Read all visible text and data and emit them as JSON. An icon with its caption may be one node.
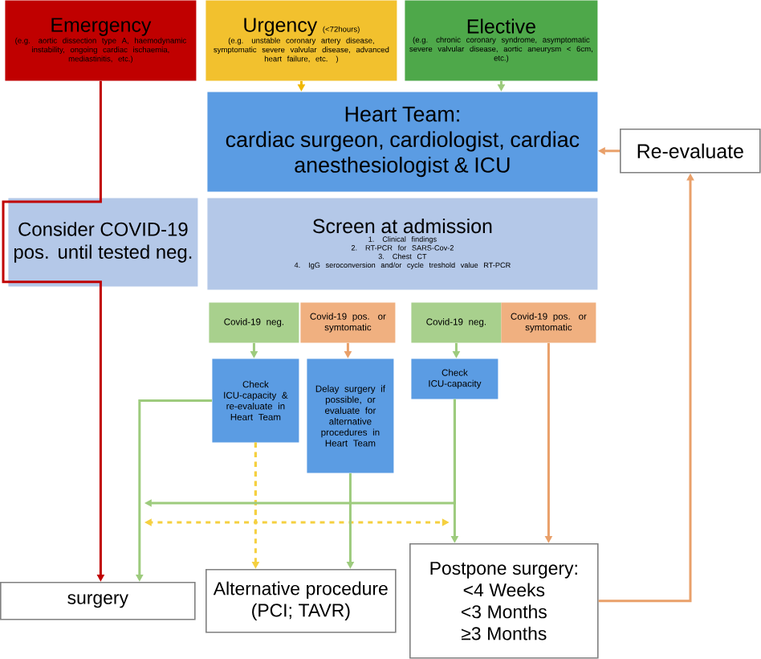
{
  "diagram": {
    "nodes": [
      {
        "text": [
          "Emergency",
          "(e.g. aortic dissection type A, haemodynamic instability, ongoing cardiac ischaemia, mediastinitis, etc.)"
        ]
      },
      {
        "text": [
          "Urgency",
          "(<72hours)",
          "(e.g. unstable coronary artery disease, symptomatic severe valvular disease, advanced heart failure, etc. )"
        ]
      },
      {
        "text": [
          "Elective",
          "(e.g. chronic coronary syndrome, asymptomatic severe valvular disease, aortic aneurysm < 6cm, etc.)"
        ]
      },
      {
        "text": [
          "Heart Team:",
          "cardiac surgeon, cardiologist, cardiac anesthesiologist & ICU"
        ]
      },
      {
        "text": [
          "Re-evaluate"
        ]
      },
      {
        "text": [
          "Consider COVID-19 pos. until tested neg."
        ]
      },
      {
        "text": [
          "Screen at admission",
          "1. Clinical findings",
          "2. RT-PCR for SARS-Cov-2",
          "3. Chest CT",
          "4. IgG seroconversion and/or cycle treshold value RT-PCR"
        ]
      },
      {
        "text": [
          "Covid-19 neg."
        ]
      },
      {
        "text": [
          "Covid-19 pos. or symtomatic"
        ]
      },
      {
        "text": [
          "Covid-19 neg."
        ]
      },
      {
        "text": [
          "Covid-19 pos. or symtomatic"
        ]
      },
      {
        "text": [
          "Check ICU-capacity & re-evaluate in Heart Team"
        ]
      },
      {
        "text": [
          "Delay surgery if possible, or evaluate for alternative procedures in Heart Team"
        ]
      },
      {
        "text": [
          "Check ICU-capacity"
        ]
      },
      {
        "text": [
          "surgery"
        ]
      },
      {
        "text": [
          "Alternative procedure (PCI; TAVR)"
        ]
      },
      {
        "text": [
          "Postpone surgery:",
          "<4 Weeks",
          "<3 Months",
          "≥3 Months"
        ]
      }
    ],
    "edges": [
      {
        "from": 0,
        "to": 14,
        "arrow": "to",
        "color": "#c00000"
      },
      {
        "from": 1,
        "to": 3,
        "arrow": "to",
        "color": "#f0b800"
      },
      {
        "from": 2,
        "to": 3,
        "arrow": "to"
      },
      {
        "from": 4,
        "to": 3,
        "arrow": "to",
        "color": "#e9a06a"
      },
      {
        "from": 7,
        "to": 11,
        "arrow": "to"
      },
      {
        "from": 8,
        "to": 12,
        "arrow": "to",
        "color": "#e9a06a"
      },
      {
        "from": 9,
        "to": 13,
        "arrow": "to"
      },
      {
        "from": 11,
        "to": 14,
        "arrow": "to"
      },
      {
        "from": 11,
        "to": 15,
        "arrow": "to",
        "style": "dashed",
        "color": "#f5d040"
      },
      {
        "from": 11,
        "to": 14,
        "arrow": "to",
        "style": "dashed",
        "color": "#f5d040"
      },
      {
        "from": 11,
        "to": 16,
        "arrow": "to",
        "style": "dashed",
        "color": "#f5d040"
      },
      {
        "from": 12,
        "to": 15,
        "arrow": "to"
      },
      {
        "from": 13,
        "to": 16,
        "arrow": "to"
      },
      {
        "from": 13,
        "to": 14,
        "arrow": "to"
      },
      {
        "from": 10,
        "to": 16,
        "arrow": "to",
        "color": "#e9a06a"
      },
      {
        "from": 16,
        "to": 4,
        "arrow": "to",
        "color": "#e9a06a"
      }
    ]
  }
}
